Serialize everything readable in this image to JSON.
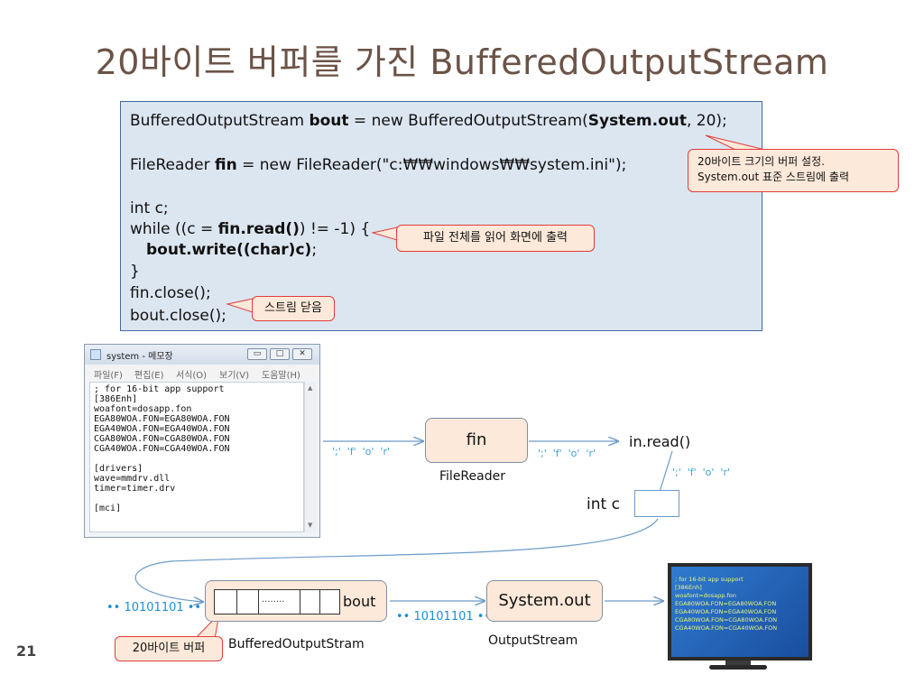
{
  "title": "20바이트 버퍼를 가진 BufferedOutputStream",
  "code": {
    "l1_a": "BufferedOutputStream ",
    "l1_b": "bout",
    "l1_c": " = new BufferedOutputStream(",
    "l1_d": "System.out",
    "l1_e": ", 20);",
    "l2_a": "FileReader ",
    "l2_b": "fin",
    "l2_c": " = new FileReader(\"c:₩₩windows₩₩system.ini\");",
    "l3": "int c;",
    "l4_a": "while ((c = ",
    "l4_b": "fin.read()",
    "l4_c": ") != -1) {",
    "l5_b": "bout.write((char)c)",
    "l5_c": ";",
    "l6": "}",
    "l7": "fin.close();",
    "l8": "bout.close();"
  },
  "callouts": {
    "buffer_setting_1": "20바이트 크기의 버퍼 설정.",
    "buffer_setting_2": "System.out 표준 스트림에 출력",
    "read_all": "파일 전체를 읽어 화면에 출력",
    "close": "스트림 닫음",
    "buffer20": "20바이트 버퍼"
  },
  "notepad": {
    "title": "system - 메모장",
    "menus": [
      "파일(F)",
      "편집(E)",
      "서식(O)",
      "보기(V)",
      "도움말(H)"
    ],
    "lines": [
      "; for 16-bit app support",
      "[386Enh]",
      "woafont=dosapp.fon",
      "EGA80WOA.FON=EGA80WOA.FON",
      "EGA40WOA.FON=EGA40WOA.FON",
      "CGA80WOA.FON=CGA80WOA.FON",
      "CGA40WOA.FON=CGA40WOA.FON",
      "",
      "[drivers]",
      "wave=mmdrv.dll",
      "timer=timer.drv",
      "",
      "[mci]"
    ]
  },
  "diagram": {
    "chars1": "';'  'f'  'o'  'r'",
    "fin": "fin",
    "filereader": "FileReader",
    "chars2": "';'  'f'  'o'  'r'",
    "inread": "in.read()",
    "chars3": "';'  'f'  'o'  'r'",
    "intc": "int c",
    "bits_left": "•• 10101101 ••",
    "buffer_dots": "........",
    "bout": "bout",
    "bufferedoutputstream": "BufferedOutputStram",
    "bits_mid": "•• 10101101 ••",
    "systemout": "System.out",
    "outputstream": "OutputStream"
  },
  "monitor": {
    "lines": [
      "; for 16-bit app support",
      "[386Enh]",
      "woafont=dosapp.fon",
      "EGA80WOA.FON=EGA80WOA.FON",
      "EGA40WOA.FON=EGA40WOA.FON",
      "CGA80WOA.FON=CGA80WOA.FON",
      "CGA40WOA.FON=CGA40WOA.FON"
    ]
  },
  "page_number": "21",
  "colors": {
    "title": "#6b5347",
    "code_bg": "#dce6f1",
    "callout_bg": "#fde9d9",
    "callout_border": "#e23c3c",
    "arrow": "#6c9bc9",
    "bits": "#1d8fd1"
  }
}
